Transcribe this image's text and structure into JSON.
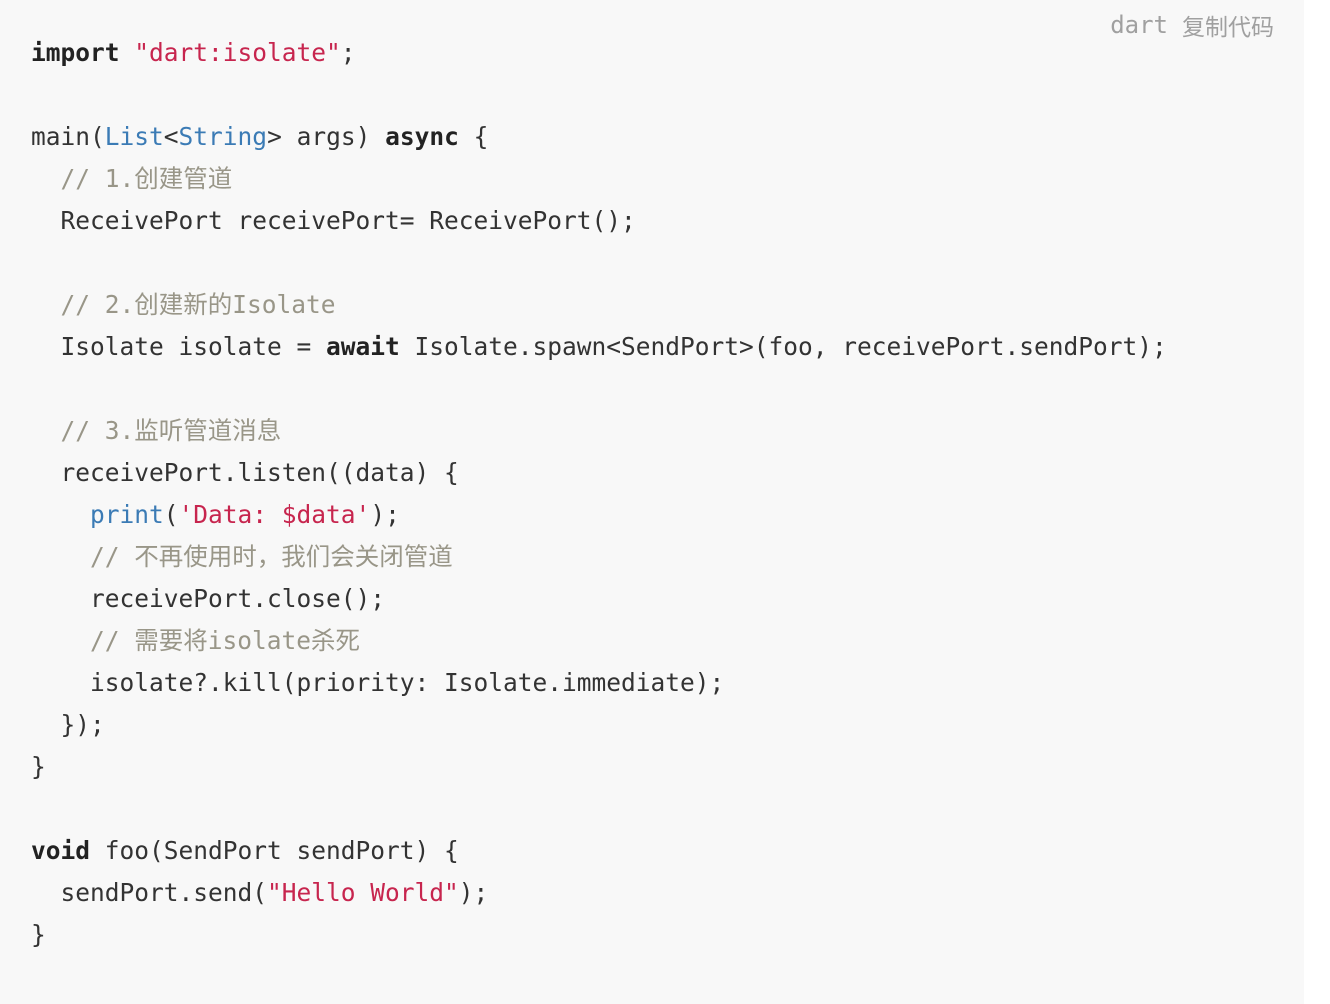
{
  "header": {
    "language": "dart",
    "copy_label": "复制代码"
  },
  "code": {
    "l1": {
      "kw": "import",
      "sp": " ",
      "str": "\"dart:isolate\"",
      "end": ";"
    },
    "l3": {
      "a": "main(",
      "type1": "List",
      "b": "<",
      "type2": "String",
      "c": "> args) ",
      "kw": "async",
      "d": " {"
    },
    "l4": {
      "indent": "  ",
      "cmt": "// 1.创建管道"
    },
    "l5": {
      "text": "  ReceivePort receivePort= ReceivePort();"
    },
    "l7": {
      "indent": "  ",
      "cmt": "// 2.创建新的Isolate"
    },
    "l8": {
      "a": "  Isolate isolate = ",
      "kw": "await",
      "b": " Isolate.spawn<SendPort>(foo, receivePort.sendPort);"
    },
    "l10": {
      "indent": "  ",
      "cmt": "// 3.监听管道消息"
    },
    "l11": {
      "text": "  receivePort.listen((data) {"
    },
    "l12": {
      "indent": "    ",
      "fn": "print",
      "a": "(",
      "str": "'Data: $data'",
      "b": ");"
    },
    "l13": {
      "indent": "    ",
      "cmt": "// 不再使用时，我们会关闭管道"
    },
    "l14": {
      "text": "    receivePort.close();"
    },
    "l15": {
      "indent": "    ",
      "cmt": "// 需要将isolate杀死"
    },
    "l16": {
      "text": "    isolate?.kill(priority: Isolate.immediate);"
    },
    "l17": {
      "text": "  });"
    },
    "l18": {
      "text": "}"
    },
    "l20": {
      "kw": "void",
      "a": " foo(SendPort sendPort) {"
    },
    "l21": {
      "a": "  sendPort.send(",
      "str": "\"Hello World\"",
      "b": ");"
    },
    "l22": {
      "text": "}"
    }
  }
}
